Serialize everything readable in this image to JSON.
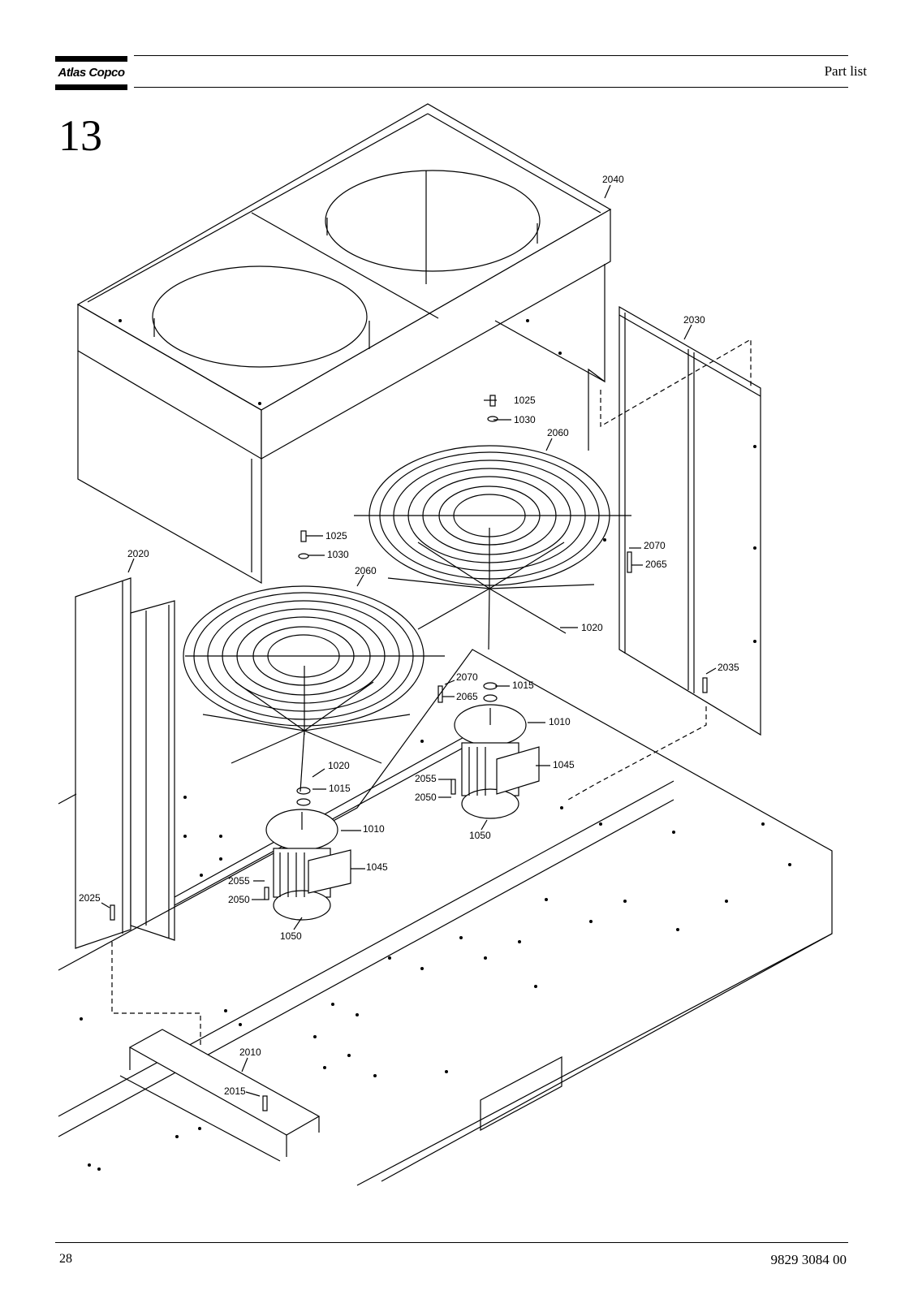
{
  "header": {
    "brand": "Atlas Copco",
    "title": "Part list"
  },
  "section": {
    "number": "13"
  },
  "drawing": {
    "labels": {
      "p2040": "2040",
      "p2030": "2030",
      "p2020": "2020",
      "p2025": "2025",
      "p2035": "2035",
      "p2010": "2010",
      "p2015": "2015",
      "p1025a": "1025",
      "p1030a": "1030",
      "p2060a": "2060",
      "p1025b": "1025",
      "p1030b": "1030",
      "p2060b": "2060",
      "p2070a": "2070",
      "p2065a": "2065",
      "p1020a": "1020",
      "p2070b": "2070",
      "p2065b": "2065",
      "p1015a": "1015",
      "p1010a": "1010",
      "p1045a": "1045",
      "p2055a": "2055",
      "p2050a": "2050",
      "p1050a": "1050",
      "p1020b": "1020",
      "p1015b": "1015",
      "p1010b": "1010",
      "p1045b": "1045",
      "p2055b": "2055",
      "p2050b": "2050",
      "p1050b": "1050"
    }
  },
  "footer": {
    "page_number": "28",
    "document_number": "9829 3084 00"
  }
}
